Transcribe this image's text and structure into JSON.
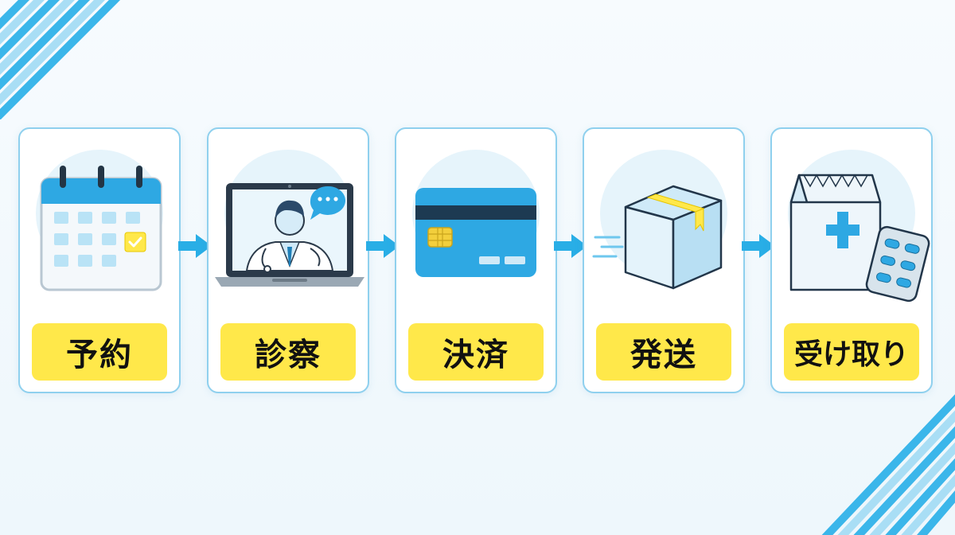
{
  "steps": [
    {
      "label": "予約",
      "icon": "calendar-icon"
    },
    {
      "label": "診察",
      "icon": "doctor-laptop-icon"
    },
    {
      "label": "決済",
      "icon": "credit-card-icon"
    },
    {
      "label": "発送",
      "icon": "package-box-icon"
    },
    {
      "label": "受け取り",
      "icon": "medicine-bag-icon"
    }
  ],
  "colors": {
    "accent_blue": "#29aee6",
    "label_yellow": "#ffe84a",
    "card_border": "#8fd0ee"
  }
}
